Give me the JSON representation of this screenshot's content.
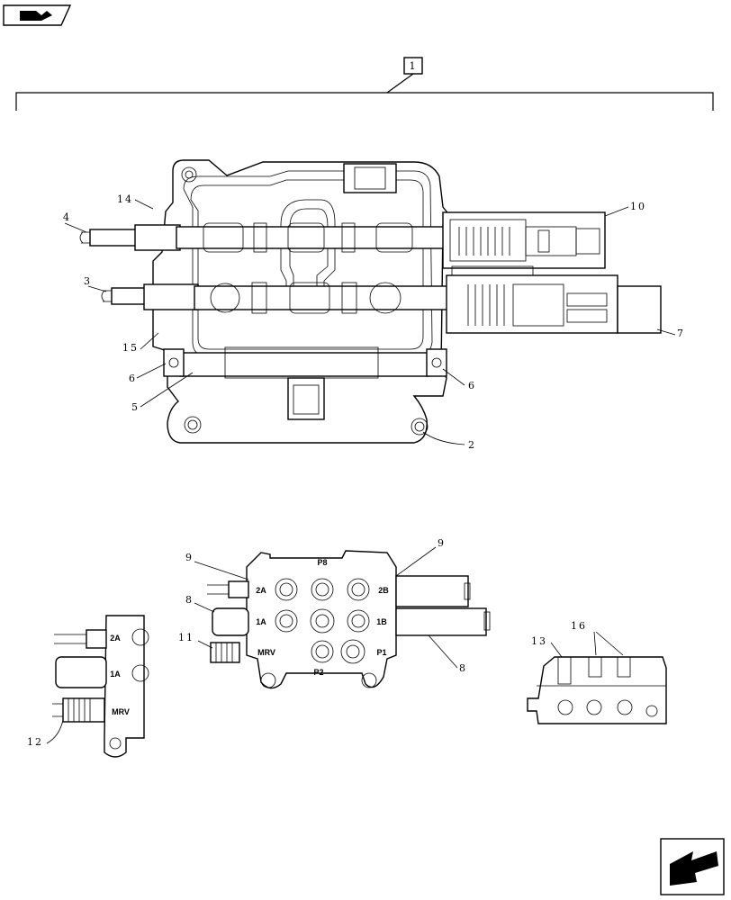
{
  "assembly_ref": "1",
  "callouts": {
    "c2": "2",
    "c3": "3",
    "c4": "4",
    "c5": "5",
    "c6_left": "6",
    "c6_right": "6",
    "c7": "7",
    "c8_left": "8",
    "c8_right": "8",
    "c9_left": "9",
    "c9_right": "9",
    "c10": "10",
    "c11": "11",
    "c12": "12",
    "c13": "13",
    "c14": "14",
    "c15": "15",
    "c16": "16"
  },
  "ports": {
    "p8": "P8",
    "a2": "2A",
    "b2": "2B",
    "a1": "1A",
    "b1": "1B",
    "mrv": "MRV",
    "p1": "P1",
    "p2": "P2",
    "side_a2": "2A",
    "side_a1": "1A",
    "side_mrv": "MRV"
  },
  "icons": {
    "top_left": "book-nav-icon",
    "bottom_right": "next-page-arrow-icon"
  }
}
